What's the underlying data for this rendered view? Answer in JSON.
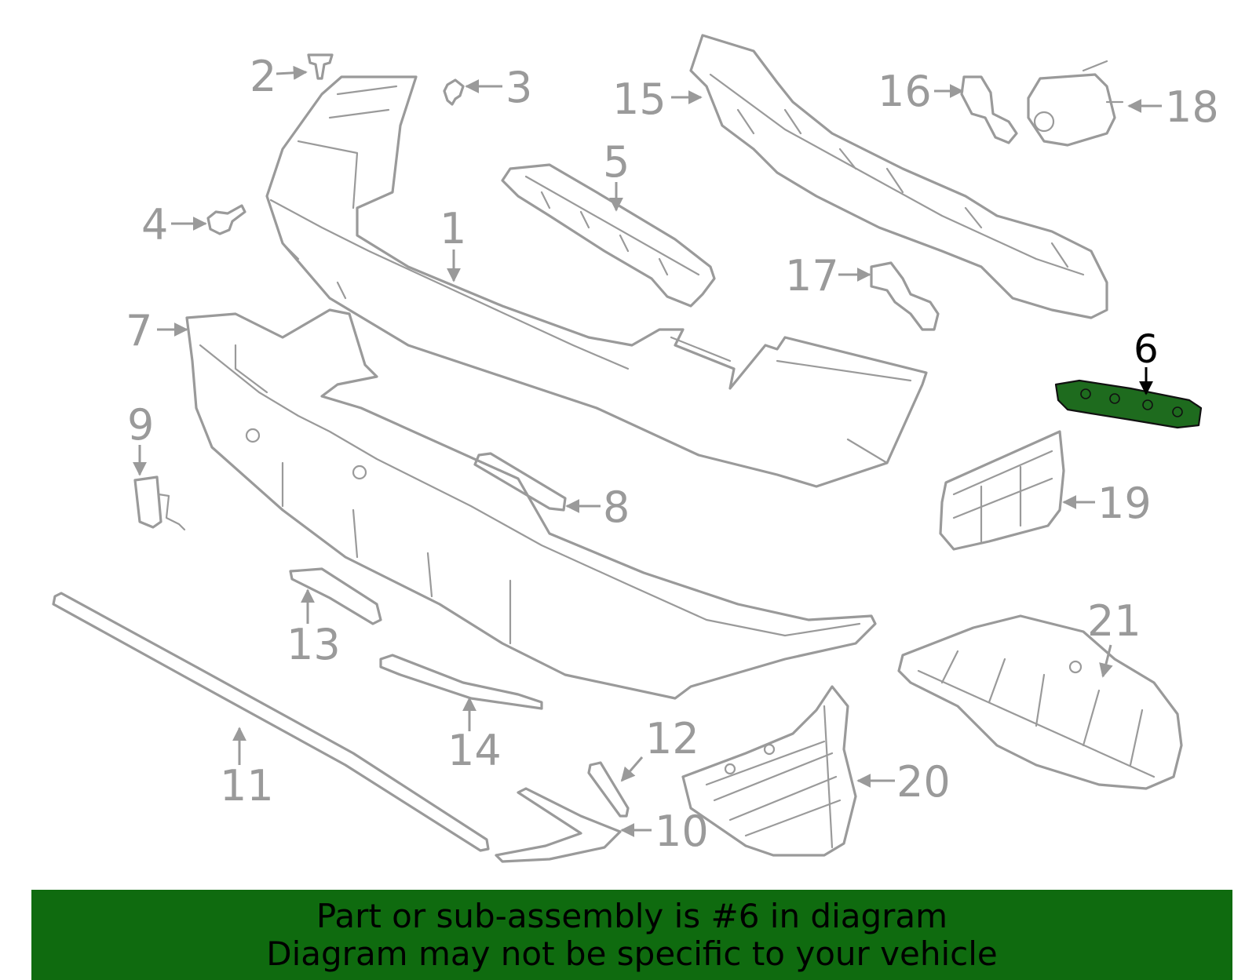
{
  "diagram": {
    "highlighted_part": "6",
    "callouts": {
      "c1": "1",
      "c2": "2",
      "c3": "3",
      "c4": "4",
      "c5": "5",
      "c6": "6",
      "c7": "7",
      "c8": "8",
      "c9": "9",
      "c10": "10",
      "c11": "11",
      "c12": "12",
      "c13": "13",
      "c14": "14",
      "c15": "15",
      "c16": "16",
      "c17": "17",
      "c18": "18",
      "c19": "19",
      "c20": "20",
      "c21": "21"
    },
    "colors": {
      "part_outline": "#9a9a9a",
      "highlight_fill": "#1e6b1e",
      "banner_bg": "#0f6b0f",
      "banner_text": "#000000"
    }
  },
  "banner": {
    "line1": "Part or sub-assembly is #6 in diagram",
    "line2": "Diagram may not be specific to your vehicle"
  }
}
